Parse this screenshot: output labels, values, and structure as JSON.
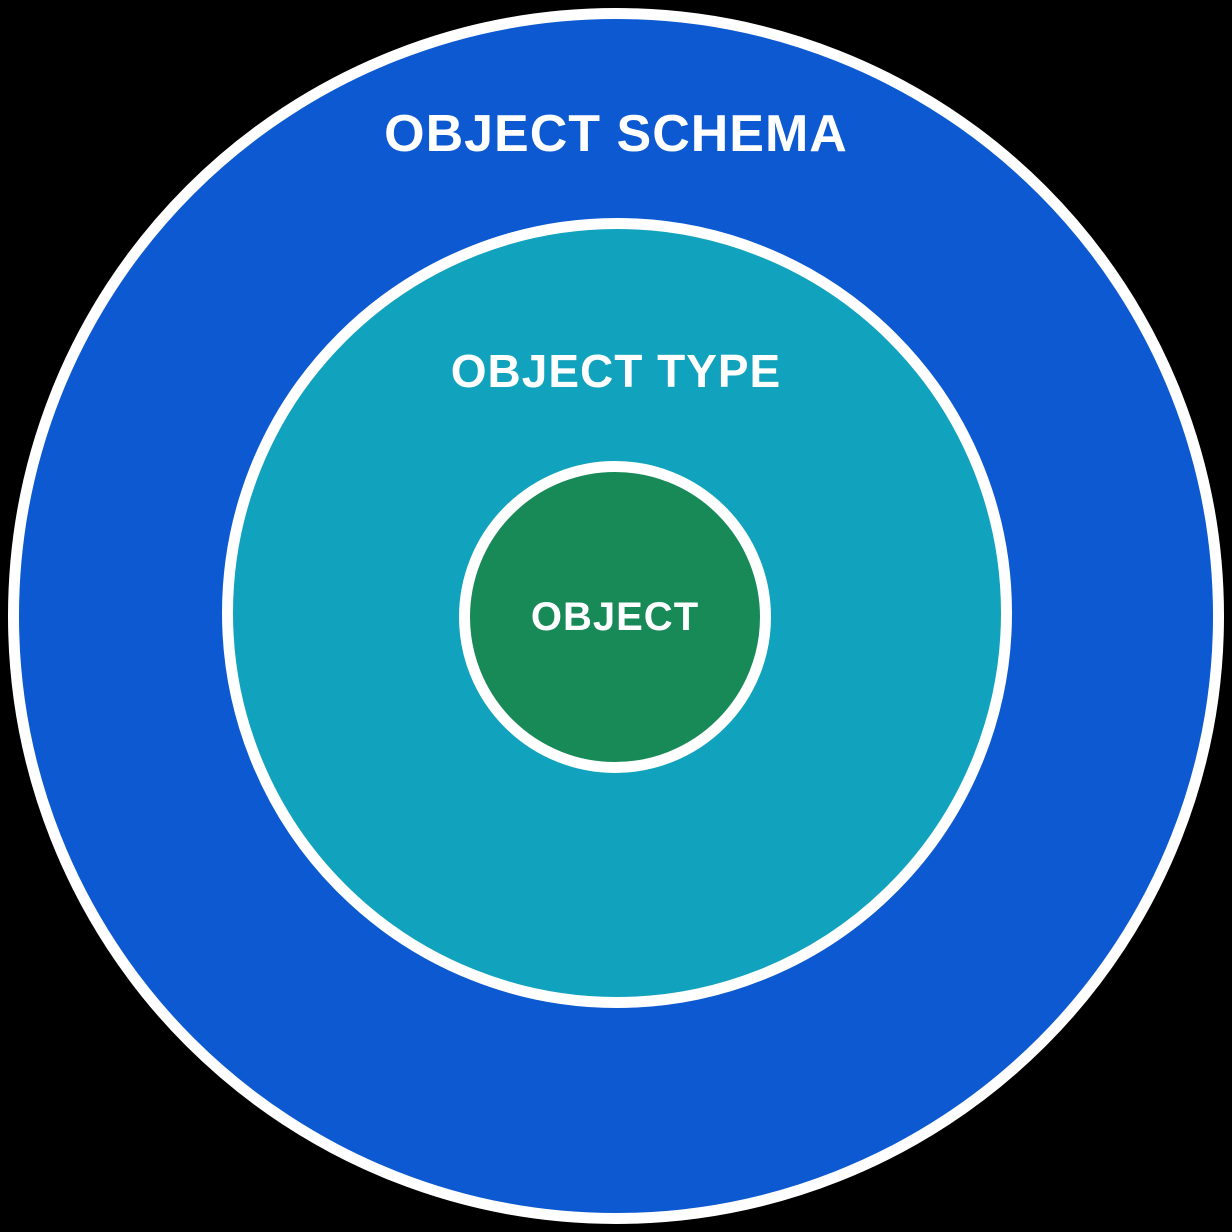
{
  "diagram": {
    "type": "concentric-circles",
    "rings": [
      {
        "label": "OBJECT SCHEMA",
        "level": "outer"
      },
      {
        "label": "OBJECT TYPE",
        "level": "middle"
      },
      {
        "label": "OBJECT",
        "level": "inner"
      }
    ],
    "outer_label": "OBJECT SCHEMA",
    "middle_label": "OBJECT TYPE",
    "inner_label": "OBJECT"
  },
  "colors": {
    "outer": "#0c59d2",
    "middle": "#11a3bd",
    "inner": "#178a57",
    "stroke": "#ffffff",
    "background": "#000000",
    "text": "#ffffff"
  }
}
